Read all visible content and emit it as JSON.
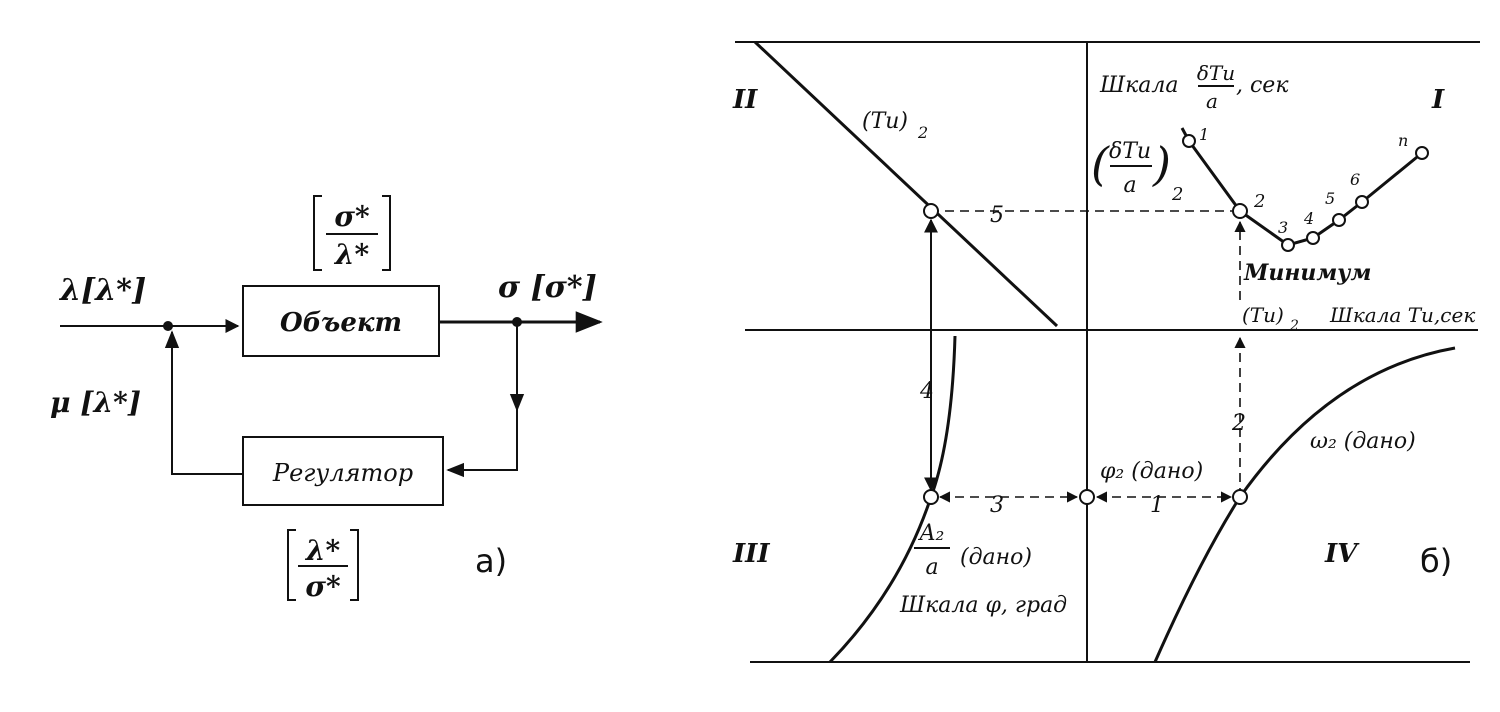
{
  "diagram_a": {
    "input_label": "λ[λ*]",
    "feedback_label": "μ [λ*]",
    "output_label": "σ [σ*]",
    "object_block": "Объект",
    "regulator_block": "Регулятор",
    "object_ratio_num": "σ*",
    "object_ratio_den": "λ*",
    "regulator_ratio_num": "λ*",
    "regulator_ratio_den": "σ*",
    "panel_letter": "a)"
  },
  "diagram_b": {
    "quadrant_1": "I",
    "quadrant_2": "II",
    "quadrant_3": "III",
    "quadrant_4": "IV",
    "scale_top": "Шкала",
    "scale_top_frac_num": "δTи",
    "scale_top_frac_den": "a",
    "scale_top_unit": ", сек",
    "ti2_label": "(Tи)",
    "ti2_sub": "2",
    "dti_frac_num": "δTи",
    "dti_frac_den": "a",
    "dti_sub": "2",
    "minimum_label": "Минимум",
    "ti2_bottom_label": "(Tи)",
    "ti2_bottom_sub": "2",
    "scale_ti": "Шкала Tи,сек",
    "omega_label": "ω₂ (дано)",
    "phi_label": "φ₂ (дано)",
    "a2_frac_num": "A₂",
    "a2_frac_den": "a",
    "a2_given": "(дано)",
    "scale_phi": "Шкала φ, град",
    "step_1": "1",
    "step_2": "2",
    "step_3": "3",
    "step_4": "4",
    "step_5": "5",
    "point_labels": [
      "1",
      "2",
      "3",
      "4",
      "5",
      "6",
      "n"
    ],
    "panel_letter": "б)"
  }
}
